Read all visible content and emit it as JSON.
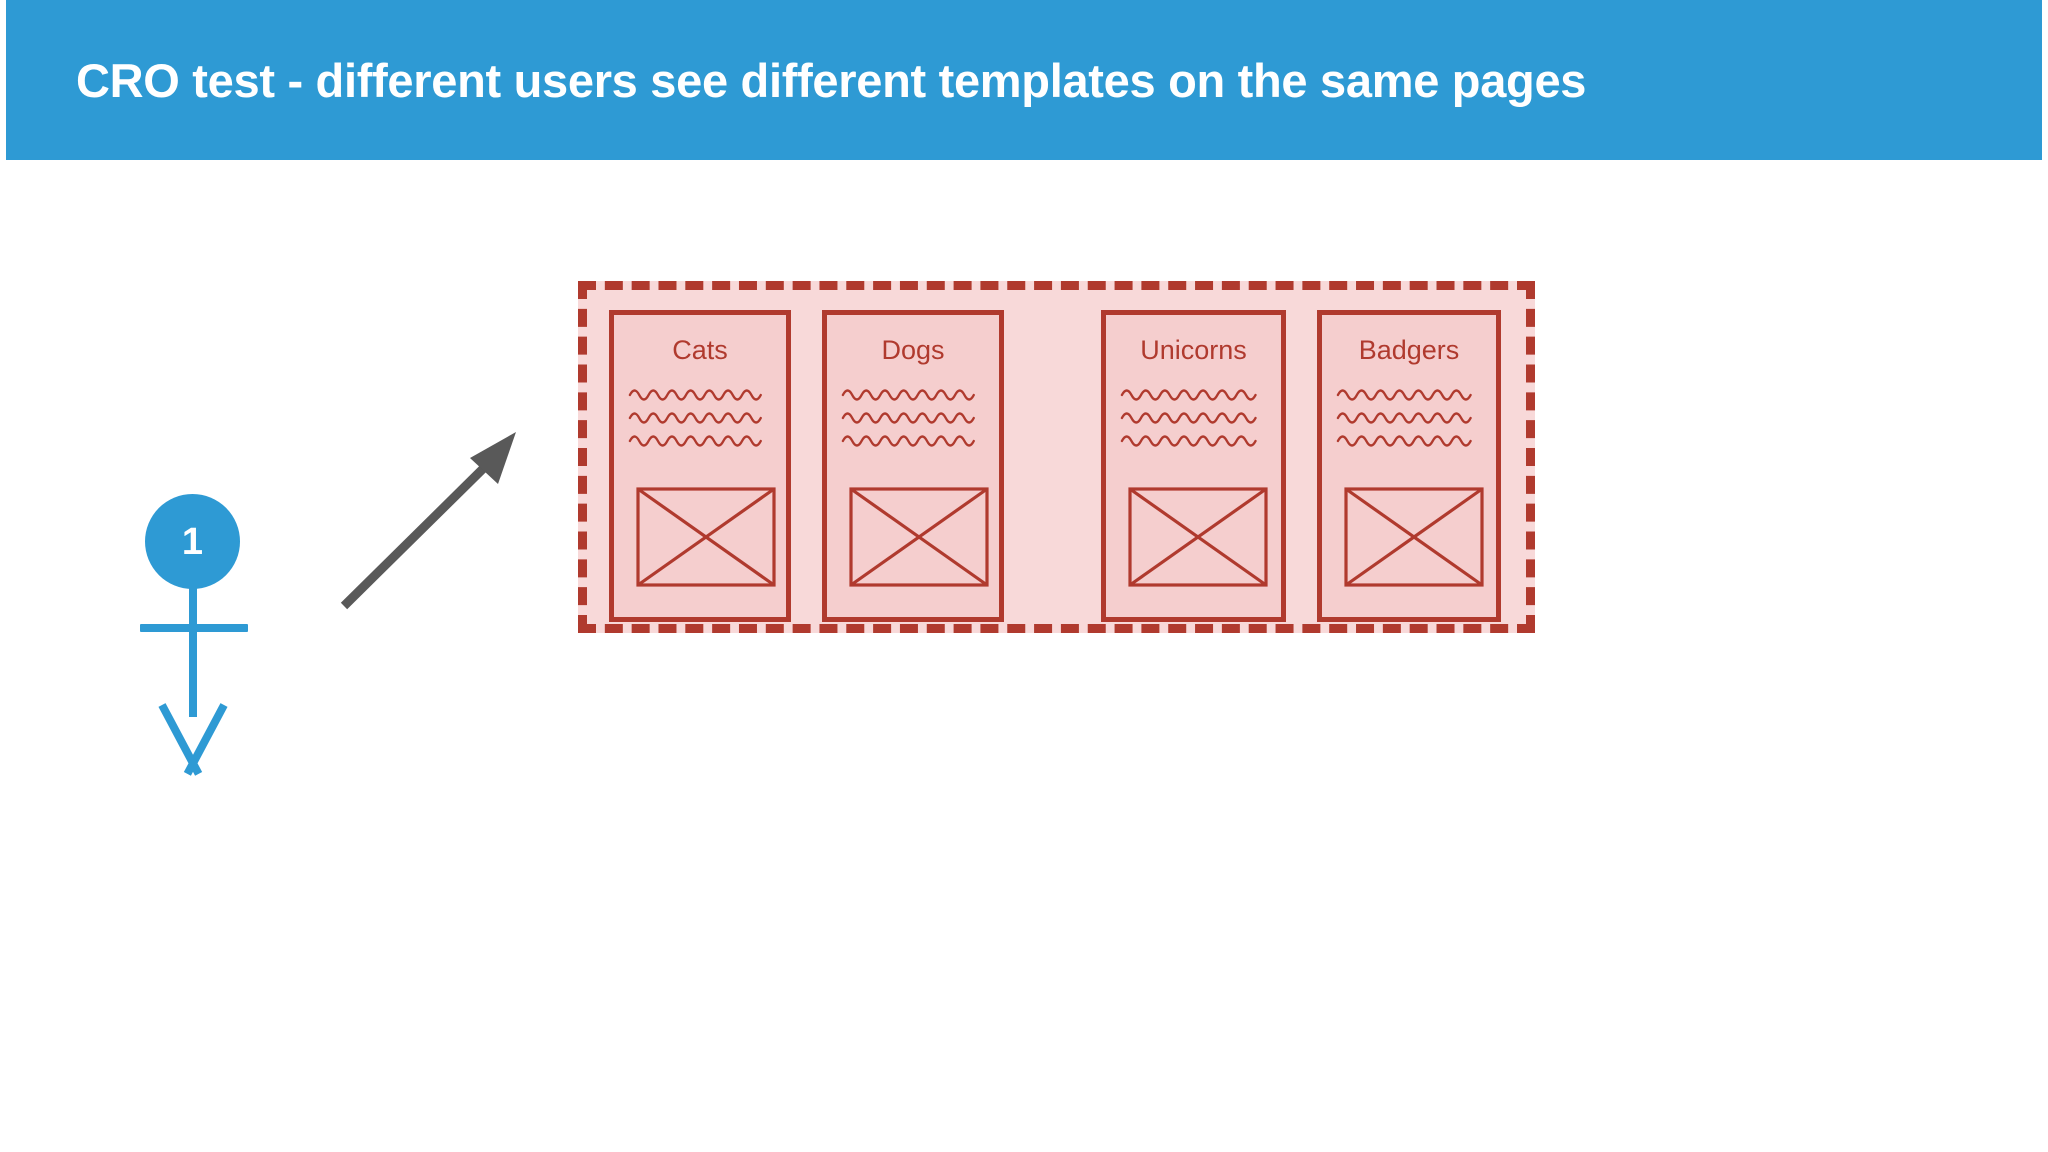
{
  "header": {
    "title": "CRO test - different users see different templates on the same pages",
    "background_color": "#2e9ad4",
    "text_color": "#ffffff"
  },
  "actor": {
    "label": "1",
    "color": "#2e9ad4",
    "label_color": "#ffffff",
    "name": "user-1"
  },
  "arrow": {
    "color": "#595959",
    "direction": "up-right",
    "from": "user-1",
    "to": "variant-group"
  },
  "variant_group": {
    "border_color": "#b03a2e",
    "border_style": "dashed",
    "fill_color": "#f8d9d9",
    "card_fill_color": "#f5cece",
    "card_border_color": "#b03a2e",
    "text_color": "#b03a2e",
    "cards": [
      {
        "title": "Cats",
        "text_lines": 3,
        "has_image_placeholder": true
      },
      {
        "title": "Dogs",
        "text_lines": 3,
        "has_image_placeholder": true
      },
      {
        "title": "Unicorns",
        "text_lines": 3,
        "has_image_placeholder": true
      },
      {
        "title": "Badgers",
        "text_lines": 3,
        "has_image_placeholder": true
      }
    ]
  }
}
